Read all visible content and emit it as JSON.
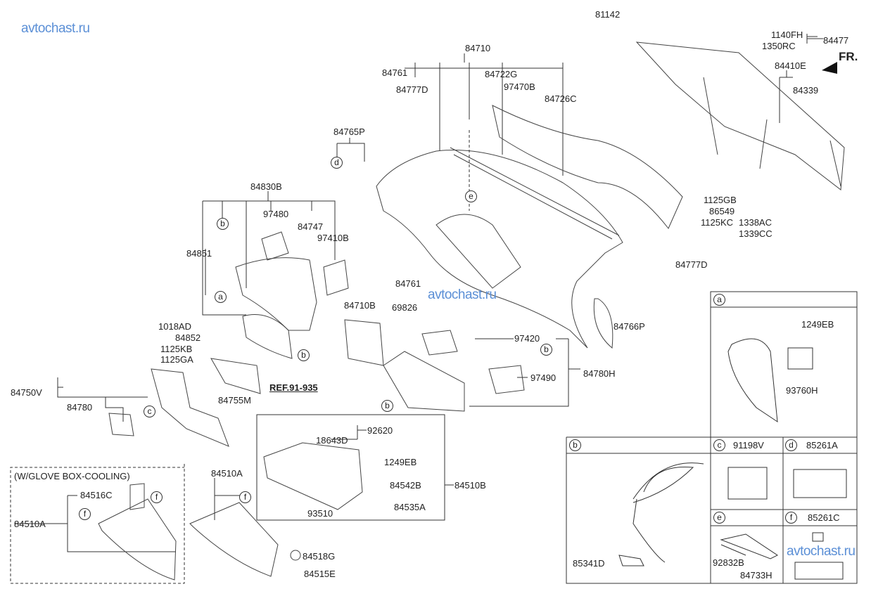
{
  "watermark": "avtochast.ru",
  "labels": {
    "p81142": "81142",
    "p1140FH": "1140FH",
    "p84477": "84477",
    "p1350RC": "1350RC",
    "fr": "FR.",
    "p84410E": "84410E",
    "p84339": "84339",
    "p84710": "84710",
    "p84761a": "84761",
    "p84777Da": "84777D",
    "p84722G": "84722G",
    "p97470B": "97470B",
    "p84726C": "84726C",
    "p84765P": "84765P",
    "p84830B": "84830B",
    "p97480": "97480",
    "p84747": "84747",
    "p97410B": "97410B",
    "p84851": "84851",
    "p1125GB": "1125GB",
    "p86549": "86549",
    "p1125KC": "1125KC",
    "p1338AC": "1338AC",
    "p1339CC": "1339CC",
    "p84777Db": "84777D",
    "p84761b": "84761",
    "p69826": "69826",
    "p84710B": "84710B",
    "p84766P": "84766P",
    "p1018AD": "1018AD",
    "p84852": "84852",
    "p1125KB": "1125KB",
    "p1125GA": "1125GA",
    "p97420": "97420",
    "p84780H": "84780H",
    "p97490": "97490",
    "ref": "REF.91-935",
    "p84750V": "84750V",
    "p84780": "84780",
    "p84755M": "84755M",
    "p92620": "92620",
    "p18643D": "18643D",
    "p1249EBa": "1249EB",
    "p84542B": "84542B",
    "p84510B": "84510B",
    "p84535A": "84535A",
    "p93510": "93510",
    "gbc": "(W/GLOVE BOX-COOLING)",
    "p84510Aa": "84510A",
    "p84516C": "84516C",
    "p84510Ab": "84510A",
    "p84518G": "84518G",
    "p84515E": "84515E"
  },
  "callouts": [
    "a",
    "b",
    "c",
    "d",
    "e",
    "f"
  ],
  "insets": {
    "a": {
      "letter": "a",
      "parts": [
        "1249EB",
        "93760H"
      ]
    },
    "b": {
      "letter": "b",
      "parts": [
        "85341D"
      ]
    },
    "c": {
      "letter": "c",
      "title": "91198V"
    },
    "d": {
      "letter": "d",
      "title": "85261A"
    },
    "e": {
      "letter": "e",
      "parts": [
        "92832B",
        "84733H"
      ]
    },
    "f": {
      "letter": "f",
      "title": "85261C"
    }
  },
  "colors": {
    "line": "#222222",
    "watermark": "#5b8fd6"
  }
}
